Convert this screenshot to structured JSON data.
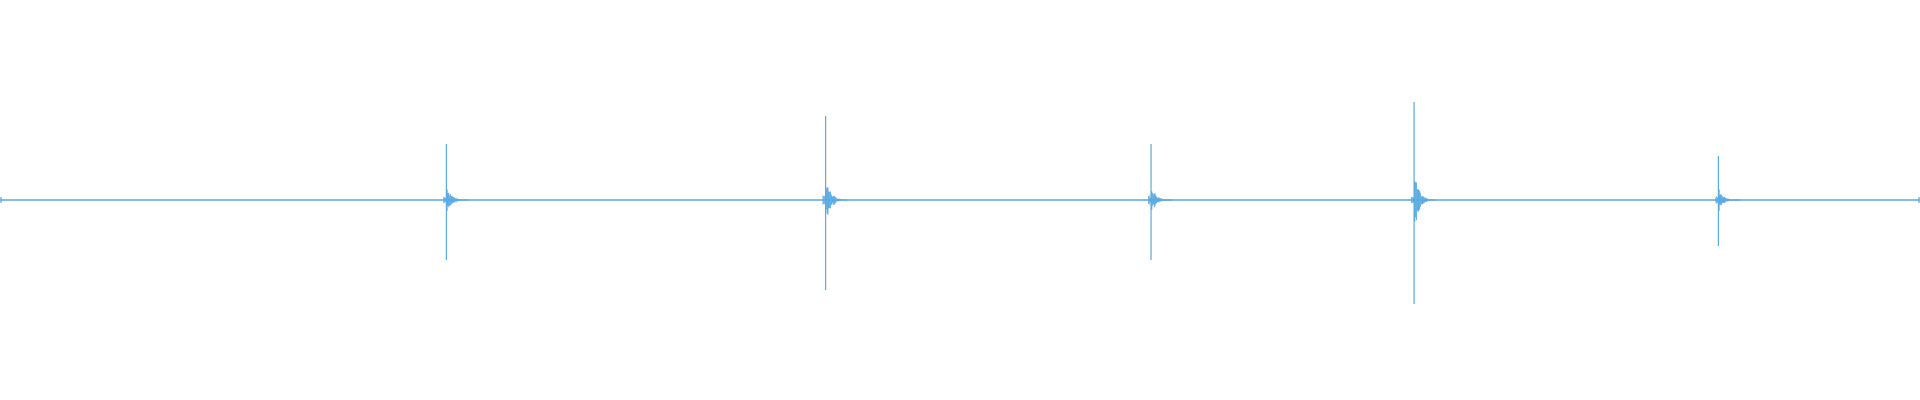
{
  "waveform": {
    "color": "#5aa9e0",
    "background": "#ffffff",
    "baseline_amplitude": 0.0,
    "transients": [
      {
        "time_fraction": 0.2325,
        "peak_up": 0.28,
        "peak_down": 0.3
      },
      {
        "time_fraction": 0.43,
        "peak_up": 0.42,
        "peak_down": 0.45
      },
      {
        "time_fraction": 0.5995,
        "peak_up": 0.28,
        "peak_down": 0.3
      },
      {
        "time_fraction": 0.7365,
        "peak_up": 0.49,
        "peak_down": 0.52
      },
      {
        "time_fraction": 0.895,
        "peak_up": 0.22,
        "peak_down": 0.23
      }
    ]
  }
}
